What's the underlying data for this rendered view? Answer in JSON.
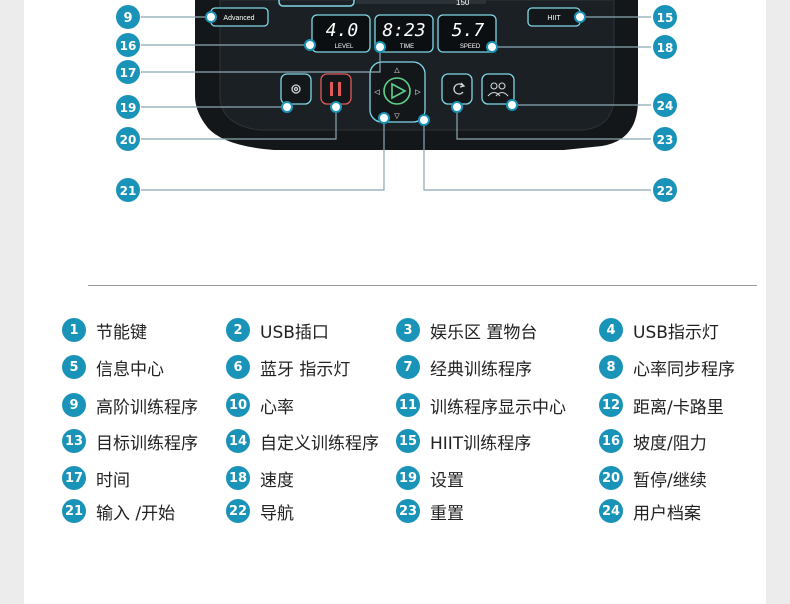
{
  "console": {
    "advanced_label": "Advanced",
    "hiit_label": "HIIT",
    "top_center_fragment": "150",
    "level": {
      "value": "4.0",
      "unit": "LEVEL"
    },
    "time": {
      "value": "8:23",
      "unit": "TIME"
    },
    "speed": {
      "value": "5.7",
      "unit": "SPEED"
    }
  },
  "callouts": [
    {
      "number": "9"
    },
    {
      "number": "16"
    },
    {
      "number": "17"
    },
    {
      "number": "19"
    },
    {
      "number": "20"
    },
    {
      "number": "21"
    },
    {
      "number": "15"
    },
    {
      "number": "18"
    },
    {
      "number": "24"
    },
    {
      "number": "23"
    },
    {
      "number": "22"
    }
  ],
  "legend": [
    {
      "number": "1",
      "label": "节能键"
    },
    {
      "number": "2",
      "label": "USB插口"
    },
    {
      "number": "3",
      "label": "娱乐区 置物台"
    },
    {
      "number": "4",
      "label": "USB指示灯"
    },
    {
      "number": "5",
      "label": "信息中心"
    },
    {
      "number": "6",
      "label": "蓝牙 指示灯"
    },
    {
      "number": "7",
      "label": "经典训练程序"
    },
    {
      "number": "8",
      "label": "心率同步程序"
    },
    {
      "number": "9",
      "label": "高阶训练程序"
    },
    {
      "number": "10",
      "label": "心率"
    },
    {
      "number": "11",
      "label": "训练程序显示中心"
    },
    {
      "number": "12",
      "label": "距离/卡路里"
    },
    {
      "number": "13",
      "label": "目标训练程序"
    },
    {
      "number": "14",
      "label": "自定义训练程序"
    },
    {
      "number": "15",
      "label": "HIIT训练程序"
    },
    {
      "number": "16",
      "label": "坡度/阻力"
    },
    {
      "number": "17",
      "label": "时间"
    },
    {
      "number": "18",
      "label": "速度"
    },
    {
      "number": "19",
      "label": "设置"
    },
    {
      "number": "20",
      "label": "暂停/继续"
    },
    {
      "number": "21",
      "label": "输入 /开始"
    },
    {
      "number": "22",
      "label": "导航"
    },
    {
      "number": "23",
      "label": "重置"
    },
    {
      "number": "24",
      "label": "用户档案"
    }
  ],
  "colors": {
    "badge": "#1a93b8",
    "console_body": "#111416",
    "screen_outline": "#7fd8e6",
    "line": "#7a9aa6"
  }
}
